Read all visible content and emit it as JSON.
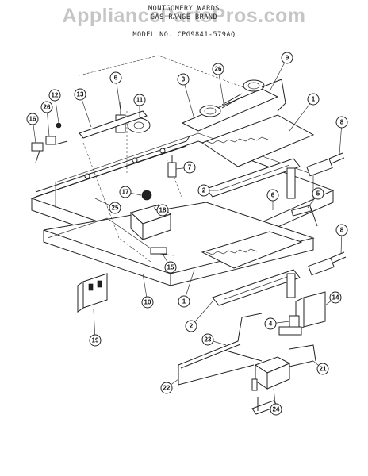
{
  "header": {
    "line1": "MONTGOMERY WARDS",
    "line2": "GAS RANGE BRAND",
    "line3": "",
    "model_line": "MODEL NO. CPG9841-579AQ"
  },
  "watermark": "AppliancePartsPros.com",
  "callouts": [
    "1",
    "2",
    "3",
    "4",
    "5",
    "6",
    "7",
    "8",
    "9",
    "10",
    "11",
    "12",
    "13",
    "14",
    "15",
    "16",
    "17",
    "18",
    "19",
    "21",
    "22",
    "23",
    "24",
    "25",
    "26"
  ]
}
